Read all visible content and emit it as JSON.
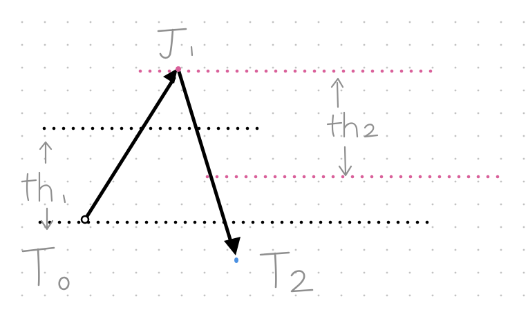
{
  "labels": {
    "t0": "T0",
    "t1": "T1",
    "t2": "T2",
    "th1": "th1",
    "th2": "th2"
  },
  "colors": {
    "grid_dot": "#c2c2c2",
    "black": "#000000",
    "pink": "#d9609a",
    "blue": "#4a90e2",
    "handwriting": "#8f8f8f"
  }
}
